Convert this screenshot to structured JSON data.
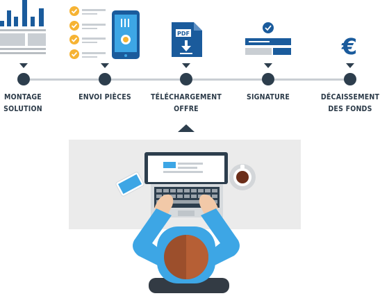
{
  "steps": [
    {
      "line1": "MONTAGE",
      "line2": "SOLUTION",
      "icon": "bar-chart-icon"
    },
    {
      "line1": "ENVOI PIÈCES",
      "line2": "",
      "icon": "checklist-phone-icon"
    },
    {
      "line1": "TÉLÉCHARGEMENT",
      "line2": "OFFRE",
      "icon": "pdf-download-icon"
    },
    {
      "line1": "SIGNATURE",
      "line2": "",
      "icon": "signature-form-icon"
    },
    {
      "line1": "DÉCAISSEMENT",
      "line2": "DES FONDS",
      "icon": "euro-icon"
    }
  ],
  "pdf_badge": "PDF",
  "euro_symbol": "€",
  "colors": {
    "navy": "#2d3e4d",
    "blue": "#1a5b9c",
    "sky": "#3da6e5",
    "orange": "#f6b333",
    "gray_line": "#c9ced3",
    "panel": "#ebebeb"
  },
  "illustration": "person-at-laptop-illustration"
}
